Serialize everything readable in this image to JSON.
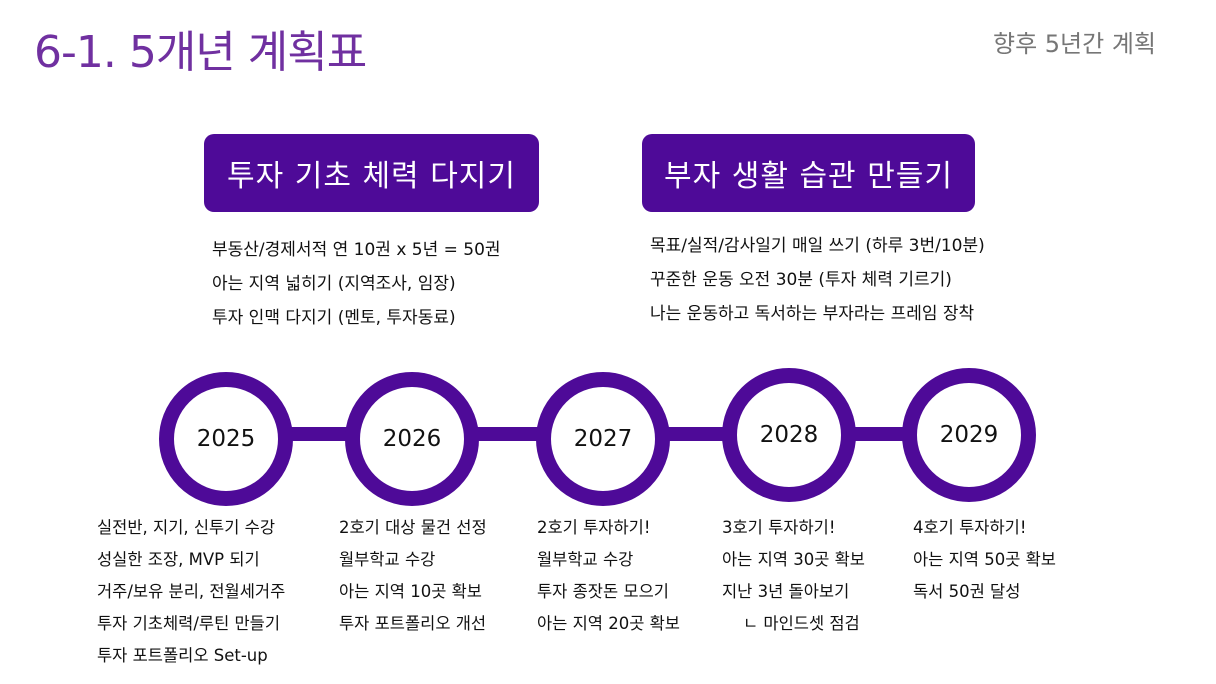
{
  "header": {
    "title": "6-1. 5개년 계획표",
    "subtitle": "향후 5년간 계획"
  },
  "goals": {
    "left": {
      "title": "투자 기초 체력 다지기",
      "items": [
        "부동산/경제서적 연 10권 x 5년 = 50권",
        "아는 지역 넓히기 (지역조사, 임장)",
        "투자 인맥 다지기 (멘토, 투자동료)"
      ]
    },
    "right": {
      "title": "부자 생활 습관 만들기",
      "items": [
        "목표/실적/감사일기 매일 쓰기 (하루 3번/10분)",
        "꾸준한 운동 오전 30분 (투자 체력 기르기)",
        "나는 운동하고 독서하는 부자라는 프레임 장착"
      ]
    }
  },
  "timeline": [
    {
      "year": "2025",
      "items": [
        "실전반, 지기, 신투기 수강",
        "성실한 조장, MVP 되기",
        "거주/보유 분리, 전월세거주",
        "투자 기초체력/루틴 만들기",
        "투자 포트폴리오 Set-up"
      ]
    },
    {
      "year": "2026",
      "items": [
        "2호기 대상 물건 선정",
        "월부학교 수강",
        "아는 지역 10곳 확보",
        "투자 포트폴리오 개선"
      ]
    },
    {
      "year": "2027",
      "items": [
        "2호기 투자하기!",
        "월부학교 수강",
        "투자 종잣돈 모으기",
        "아는 지역 20곳 확보"
      ]
    },
    {
      "year": "2028",
      "items": [
        "3호기 투자하기!",
        "아는 지역 30곳 확보",
        "지난 3년 돌아보기",
        "    ㄴ 마인드셋 점검"
      ]
    },
    {
      "year": "2029",
      "items": [
        "4호기 투자하기!",
        "아는 지역 50곳 확보",
        "독서 50권 달성"
      ]
    }
  ],
  "colors": {
    "title": "#7030a0",
    "accent": "#4e0a98",
    "subtitle": "#767676"
  }
}
